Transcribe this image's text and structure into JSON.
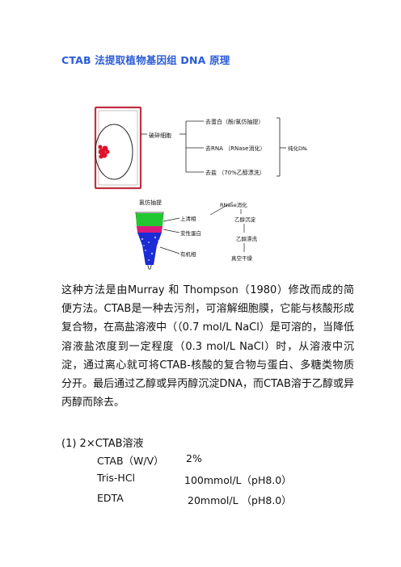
{
  "document": {
    "title": "CTAB 法提取植物基因组 DNA 原理",
    "diagram": {
      "lyse_label": "破碎细胞",
      "branches": [
        "去蛋白（酚/氯仿抽提）",
        "去RNA （RNase消化）",
        "去盐 （70%乙醇漂洗）"
      ],
      "result_label": "纯化DNA",
      "extraction_label": "氯仿抽提",
      "layers": [
        "上清相",
        "变性蛋白",
        "有机相"
      ],
      "steps": [
        "RNase消化",
        "乙醇沉淀",
        "乙醇漂洗",
        "真空干燥"
      ]
    },
    "paragraph": "这种方法是由Murray 和 Thompson（1980）修改而成的简便方法。CTAB是一种去污剂，可溶解细胞膜，它能与核酸形成复合物，在高盐溶液中（（0.7 mol/L NaCl）是可溶的，当降低溶液盐浓度到一定程度（0.3 mol/L NaCl）时，从溶液中沉淀，通过离心就可将CTAB-核酸的复合物与蛋白、多糖类物质分开。最后通过乙醇或异丙醇沉淀DNA，而CTAB溶于乙醇或异丙醇而除去。",
    "solution": {
      "heading": "(1) 2×CTAB溶液",
      "rows": [
        {
          "name": "CTAB（W/V）",
          "value": "2%"
        },
        {
          "name": "Tris-HCl",
          "value": "100mmol/L（pH8.0）"
        },
        {
          "name": "EDTA",
          "value": "20mmol/L （pH8.0）"
        }
      ]
    }
  },
  "colors": {
    "title": "#2a5bd7",
    "nucleus": "#e0102a",
    "supernatant": "#22c832",
    "protein": "#d81c7e",
    "organic": "#1b2bd6",
    "cell_border": "#c03040"
  }
}
